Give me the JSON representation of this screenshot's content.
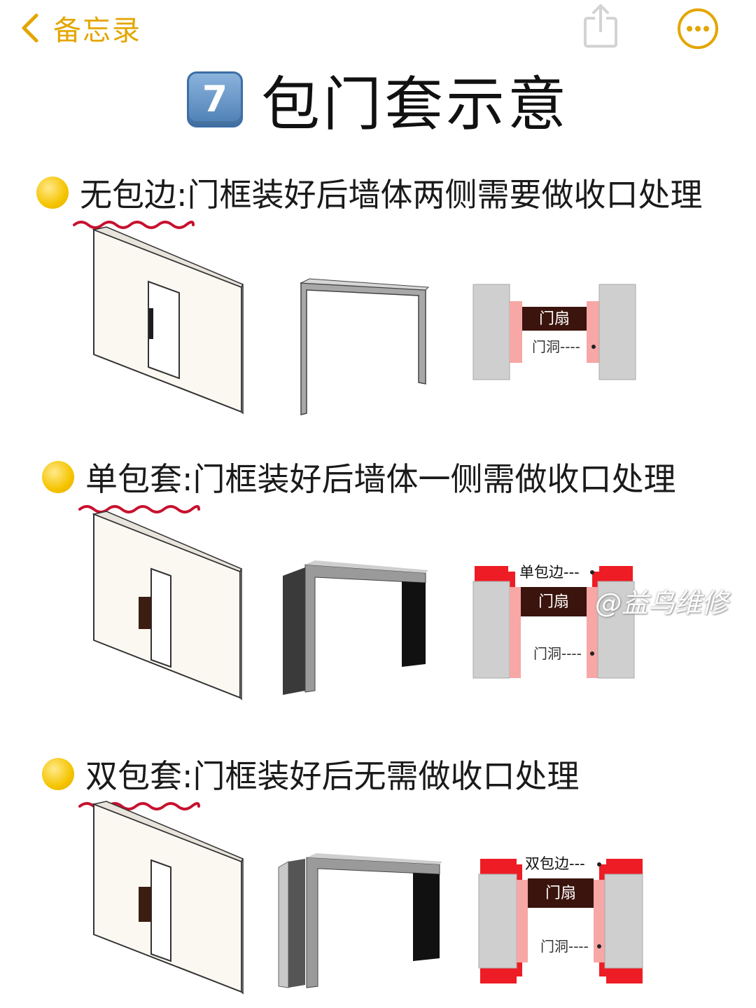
{
  "nav": {
    "back_label": "备忘录"
  },
  "title": {
    "number": "7",
    "text": "包门套示意"
  },
  "sections": [
    {
      "keyword": "无包边",
      "description": ":门框装好后墙体两侧需要做收口处理",
      "labels": {
        "door": "门扇",
        "opening": "门洞----"
      }
    },
    {
      "keyword": "单包套",
      "description": ":门框装好后墙体一侧需做收口处理",
      "labels": {
        "edge": "单包边---",
        "door": "门扇",
        "opening": "门洞----"
      }
    },
    {
      "keyword": "双包套",
      "description": ":门框装好后无需做收口处理",
      "labels": {
        "edge": "双包边---",
        "door": "门扇",
        "opening": "门洞----"
      }
    }
  ],
  "watermark": "@益鸟维修",
  "colors": {
    "accent": "#e3a600",
    "door_leaf": "#3b140d",
    "gap_pink": "#f7a7a5",
    "trim_red": "#ee1c24",
    "wall_gray": "#cfcfcf"
  },
  "icons": {
    "back": "chevron-left-icon",
    "share": "share-icon",
    "more": "more-icon",
    "bullet": "yellow-circle-icon"
  }
}
